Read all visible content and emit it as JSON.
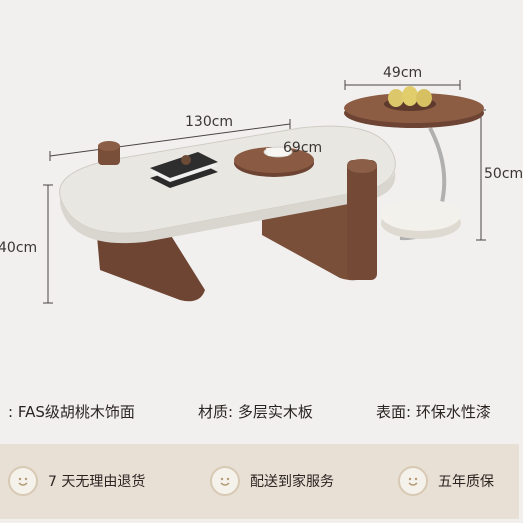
{
  "dimensions": {
    "length": "130cm",
    "tray": "69cm",
    "side_table_width": "49cm",
    "side_table_height": "50cm",
    "table_height": "40cm"
  },
  "specs": {
    "finish_part": ": FAS级胡桃木饰面",
    "material": "材质: 多层实木板",
    "surface": "表面: 环保水性漆"
  },
  "badges": [
    {
      "icon": "smile-icon",
      "label": "7 天无理由退货"
    },
    {
      "icon": "smile-icon",
      "label": "配送到家服务"
    },
    {
      "icon": "smile-icon",
      "label": "五年质保"
    }
  ],
  "colors": {
    "background": "#f1f0ee",
    "tabletop": "#e9e7e1",
    "walnut": "#7a4f3a",
    "footer": "#e8e0d5"
  }
}
